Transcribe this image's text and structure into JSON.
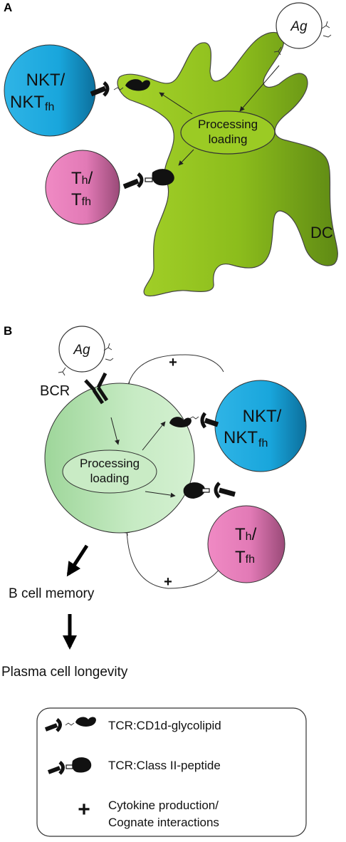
{
  "panel_a": {
    "label": "A",
    "antigen": "Ag",
    "nkt_cell": {
      "line1": "NKT/",
      "line2_main": "NKT",
      "line2_sub": "fh"
    },
    "th_cell": {
      "line1_main": "T",
      "line1_sub": "h",
      "line1_slash": "/",
      "line2_main": "T",
      "line2_sub": "fh"
    },
    "processing": {
      "line1": "Processing",
      "line2": "loading"
    },
    "dc_label": "DC"
  },
  "panel_b": {
    "label": "B",
    "antigen": "Ag",
    "bcr_label": "BCR",
    "nkt_cell": {
      "line1": "NKT/",
      "line2_main": "NKT",
      "line2_sub": "fh"
    },
    "th_cell": {
      "line1_main": "T",
      "line1_sub": "h",
      "line1_slash": "/",
      "line2_main": "T",
      "line2_sub": "fh"
    },
    "processing": {
      "line1": "Processing",
      "line2": "loading"
    },
    "plus_top": "+",
    "plus_bottom": "+",
    "memory_label": "B cell memory",
    "plasma_label": "Plasma cell longevity"
  },
  "legend": {
    "items": [
      {
        "icon": "tcr-cd1d-glycolipid-icon",
        "text": "TCR:CD1d-glycolipid"
      },
      {
        "icon": "tcr-class2-peptide-icon",
        "text": "TCR:Class II-peptide"
      },
      {
        "icon": "plus-icon",
        "symbol": "+",
        "line1": "Cytokine production/",
        "line2": "Cognate interactions"
      }
    ]
  },
  "colors": {
    "nkt_blue": "#1ba6dc",
    "th_pink": "#e77ab7",
    "dc_green": "#8fbf1c",
    "bcell_green": "#c5e9c3"
  }
}
